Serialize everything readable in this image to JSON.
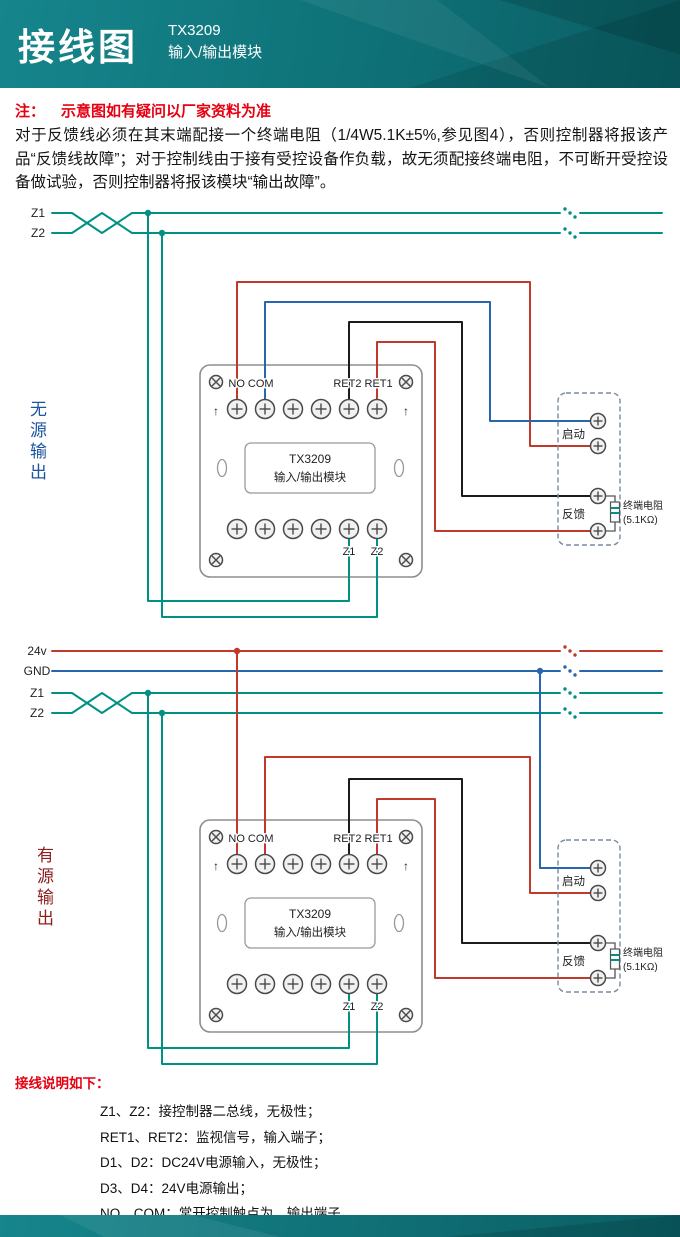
{
  "header": {
    "title": "接线图",
    "model": "TX3209",
    "subtitle": "输入/输出模块"
  },
  "note": {
    "prefix": "注：",
    "text": "示意图如有疑问以厂家资料为准"
  },
  "intro": {
    "text": "对于反馈线必须在其末端配接一个终端电阻（1/4W5.1K±5%,参见图4），否则控制器将报该产品“反馈线故障”；对于控制线由于接有受控设备作负载，故无须配接终端电阻，不可断开受控设备做试验，否则控制器将报该模块“输出故障”。"
  },
  "diagram1": {
    "section_label": "无源输出",
    "bus": [
      "Z1",
      "Z2"
    ]
  },
  "diagram2": {
    "section_label": "有源输出",
    "bus": [
      "24v",
      "GND",
      "Z1",
      "Z2"
    ]
  },
  "module": {
    "top_left_label": "NO COM",
    "top_right_label": "RET2 RET1",
    "model": "TX3209",
    "type": "输入/输出模块",
    "z1": "Z1",
    "z2": "Z2",
    "arrow": "↑"
  },
  "connector": {
    "start": "启动",
    "feedback": "反馈",
    "resistor_name": "终端电阻",
    "resistor_value": "(5.1KΩ)"
  },
  "notes": {
    "title": "接线说明如下：",
    "items": [
      "Z1、Z2：接控制器二总线，无极性；",
      "RET1、RET2：监视信号，输入端子；",
      "D1、D2：DC24V电源输入，无极性；",
      "D3、D4：24V电源输出；",
      "NO、COM：常开控制触点为，输出端子。"
    ]
  },
  "colors": {
    "header_teal": "#0e7177",
    "header_teal_light": "#16858c",
    "header_teal_dark": "#0a5e63",
    "accent_red": "#e60012",
    "wire_teal": "#009184",
    "wire_red": "#c0392b",
    "wire_blue": "#2a66ad",
    "wire_black": "#1b1b1b",
    "label_blue": "#1d55a0",
    "label_darkred": "#8e1f1f"
  }
}
